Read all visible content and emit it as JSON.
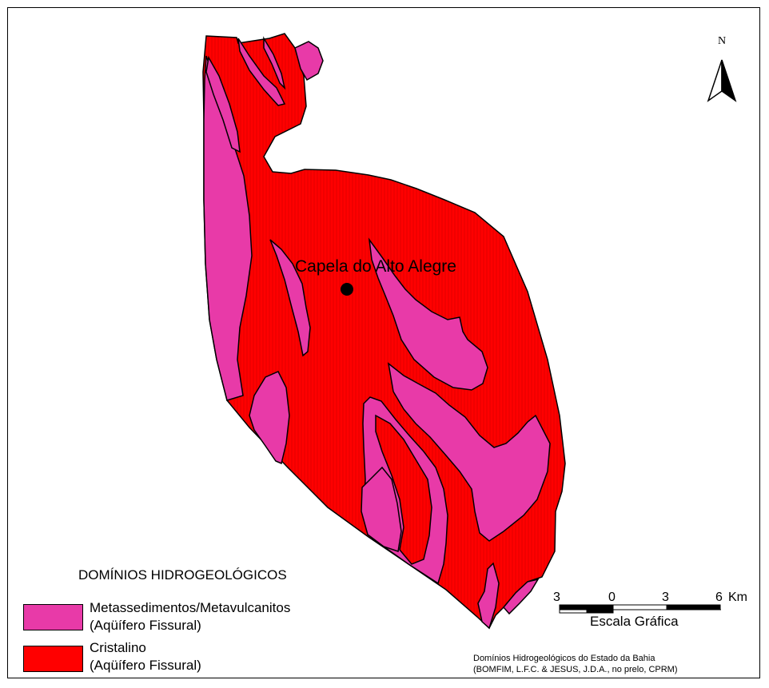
{
  "map": {
    "north_label": "N",
    "place_label": "Capela do Alto Alegre",
    "colors": {
      "metassedimentos": "#e83aa8",
      "cristalino": "#ff0000",
      "outline": "#000000"
    }
  },
  "legend": {
    "title": "DOMÍNIOS HIDROGEOLÓGICOS",
    "items": [
      {
        "line1": "Metassedimentos/Metavulcanitos",
        "line2": "(Aqüífero Fissural)",
        "color": "#e83aa8"
      },
      {
        "line1": "Cristalino",
        "line2": "(Aqüífero Fissural)",
        "color": "#ff0000"
      }
    ]
  },
  "scale": {
    "ticks": [
      "3",
      "0",
      "3",
      "6"
    ],
    "unit": "Km",
    "caption": "Escala Gráfica"
  },
  "credit": {
    "line1": "Domínios Hidrogeológicos do Estado da Bahia",
    "line2": "(BOMFIM, L.F.C. & JESUS, J.D.A., no prelo, CPRM)"
  }
}
